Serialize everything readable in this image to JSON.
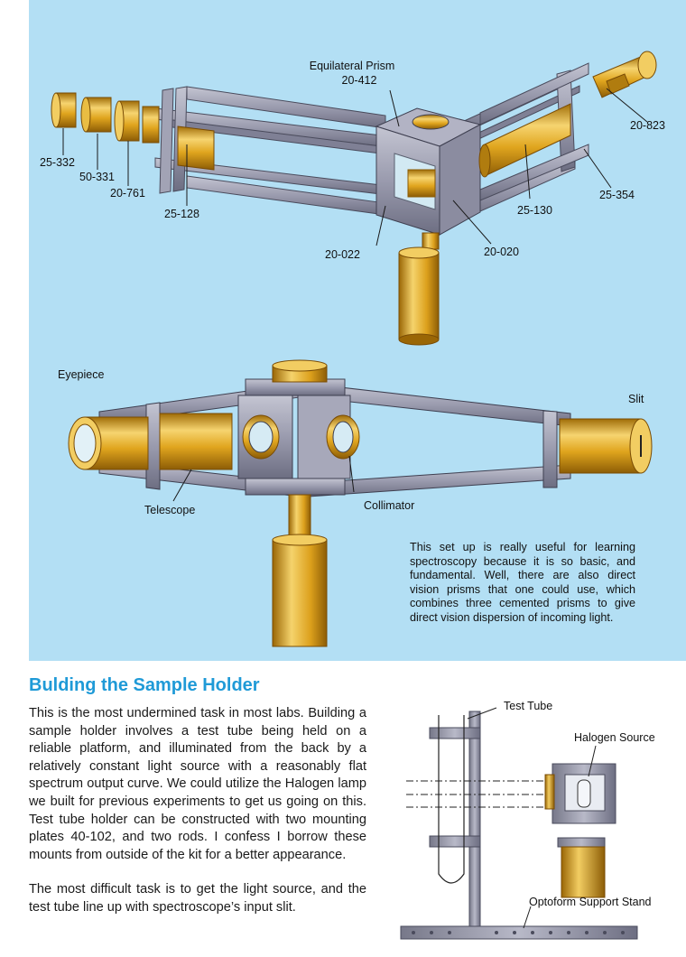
{
  "figure": {
    "labels": {
      "prism_title": "Equilateral Prism",
      "prism_part": "20-412",
      "p_25_332": "25-332",
      "p_50_331": "50-331",
      "p_20_761": "20-761",
      "p_25_128": "25-128",
      "p_20_022": "20-022",
      "p_20_020": "20-020",
      "p_25_130": "25-130",
      "p_25_354": "25-354",
      "p_20_823": "20-823",
      "eyepiece": "Eyepiece",
      "slit": "Slit",
      "telescope": "Telescope",
      "collimator": "Collimator"
    },
    "note": "This set up is really useful for learning spectroscopy because it is so basic, and fundamental. Well, there are also direct vision prisms that one could use, which combines three cemented prisms to give direct vision dispersion of incoming light."
  },
  "section": {
    "heading": "Bulding the Sample Holder",
    "paragraph1": "This is the most undermined task in most labs. Building a sample holder involves a test tube being held on a reliable platform, and illuminated from the back by a relatively constant light source with a reasonably flat spectrum output curve. We could utilize the Halogen lamp we built for previous experiments to get us going on this. Test tube holder can be constructed with two mounting plates 40-102, and two rods. I confess I borrow these mounts from outside of the kit for a better appearance.",
    "paragraph2": "The most difficult task is to get the light source, and the test tube line up with spectroscope’s input slit."
  },
  "diagram": {
    "test_tube": "Test Tube",
    "halogen": "Halogen Source",
    "stand": "Optoform Support  Stand"
  },
  "colors": {
    "panel_bg": "#b3dff4",
    "heading": "#1f9ad7",
    "gold": "#d9a21c",
    "steel": "#8e8fa3"
  }
}
